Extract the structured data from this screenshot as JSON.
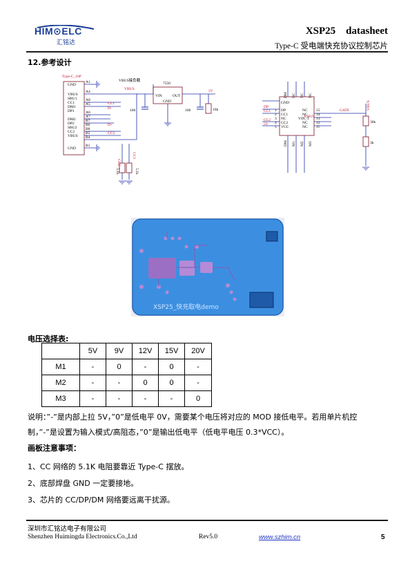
{
  "header": {
    "logo_text": "HIM⊙ELC",
    "logo_sub": "汇铭达",
    "doc_title": "XSP25    datasheet",
    "doc_subtitle": "Type-C 受电端快充协议控制芯片"
  },
  "section": {
    "title": "12.参考设计"
  },
  "schematic": {
    "conn_name": "Type-C_16P",
    "conn_pins": [
      "GND",
      "VBUS",
      "SBU1",
      "CC1",
      "DM1",
      "DP1",
      "DM2",
      "DP2",
      "SBU2",
      "CC2",
      "VBUS",
      "GND"
    ],
    "conn_pin_nums": [
      "A1",
      "A4",
      "A8",
      "A5",
      "A6",
      "A7",
      "B7",
      "B6",
      "B8",
      "B5",
      "B4",
      "B1"
    ],
    "vbus_load": "VBUS接负载",
    "vbus": "VBUS",
    "cc1": "CC1",
    "cc2": "CC2",
    "dminus": "D-",
    "dplus": "D+",
    "reg_name": "7550",
    "reg_vin": "VIN",
    "reg_out": "OUT",
    "reg_gnd": "GND",
    "cap_in": "106",
    "cap_out": "106",
    "out_5v": "5V",
    "r10k": "10k",
    "res_51k_a": "5.1k",
    "res_51k_b": "5.1k",
    "ic_name": "XSP25",
    "ic_left_pins": [
      "GND",
      "DP",
      "CC1",
      "NC",
      "CC2",
      "VCC"
    ],
    "ic_left_nums": [
      "",
      "1",
      "2",
      "3",
      "4",
      "5"
    ],
    "ic_left_nets": [
      "",
      "DP",
      "CC1",
      "",
      "CC2",
      "5V"
    ],
    "ic_right_pins": [
      "NC",
      "NC",
      "VIN_T",
      "NC",
      "NC"
    ],
    "ic_right_nums": [
      "15",
      "14",
      "13",
      "12",
      "11"
    ],
    "ic_top_pins": [
      "DM",
      "NC",
      "NC",
      "NC"
    ],
    "ic_bottom_pins": [
      "DM",
      "M1",
      "M2",
      "M3"
    ],
    "gate": "GATE",
    "r30k": "30k",
    "r3k": "3k"
  },
  "pcb": {
    "label": "XSP25_快充取电demo"
  },
  "voltage_table": {
    "title": "电压选择表:",
    "columns": [
      "",
      "5V",
      "9V",
      "12V",
      "15V",
      "20V"
    ],
    "rows": [
      [
        "M1",
        "-",
        "0",
        "-",
        "0",
        "-"
      ],
      [
        "M2",
        "-",
        "-",
        "0",
        "0",
        "-"
      ],
      [
        "M3",
        "-",
        "-",
        "-",
        "-",
        "0"
      ]
    ]
  },
  "notes": {
    "line1": "说明：”-”是内部上拉 5V，”0”是低电平 0V，需要某个电压将对应的 MOD 接低电平。若用单片机控",
    "line2": "制，”-”是设置为输入模式/高阻态，”0”是输出低电平（低电平电压 0.3*VCC）。"
  },
  "pcb_notes": {
    "title": "画板注意事项：",
    "items": [
      "1、CC 网络的 5.1K 电阻要靠近 Type-C 摆放。",
      "2、底部焊盘 GND 一定要接地。",
      "3、芯片的 CC/DP/DM 网络要远离干扰源。"
    ]
  },
  "footer": {
    "company_cn": "深圳市汇铭达电子有限公司",
    "company_en": "Shenzhen Huimingda Electronics.Co.,Ltd",
    "rev": "Rev5.0",
    "url": "www.szhim.cn",
    "page": "5"
  },
  "colors": {
    "brand": "#1b3f95",
    "schematic_wire": "#1f2fa8",
    "schematic_label": "#c0102a",
    "pcb_board": "#3c8fe0",
    "pcb_pad": "#b58ad6"
  }
}
